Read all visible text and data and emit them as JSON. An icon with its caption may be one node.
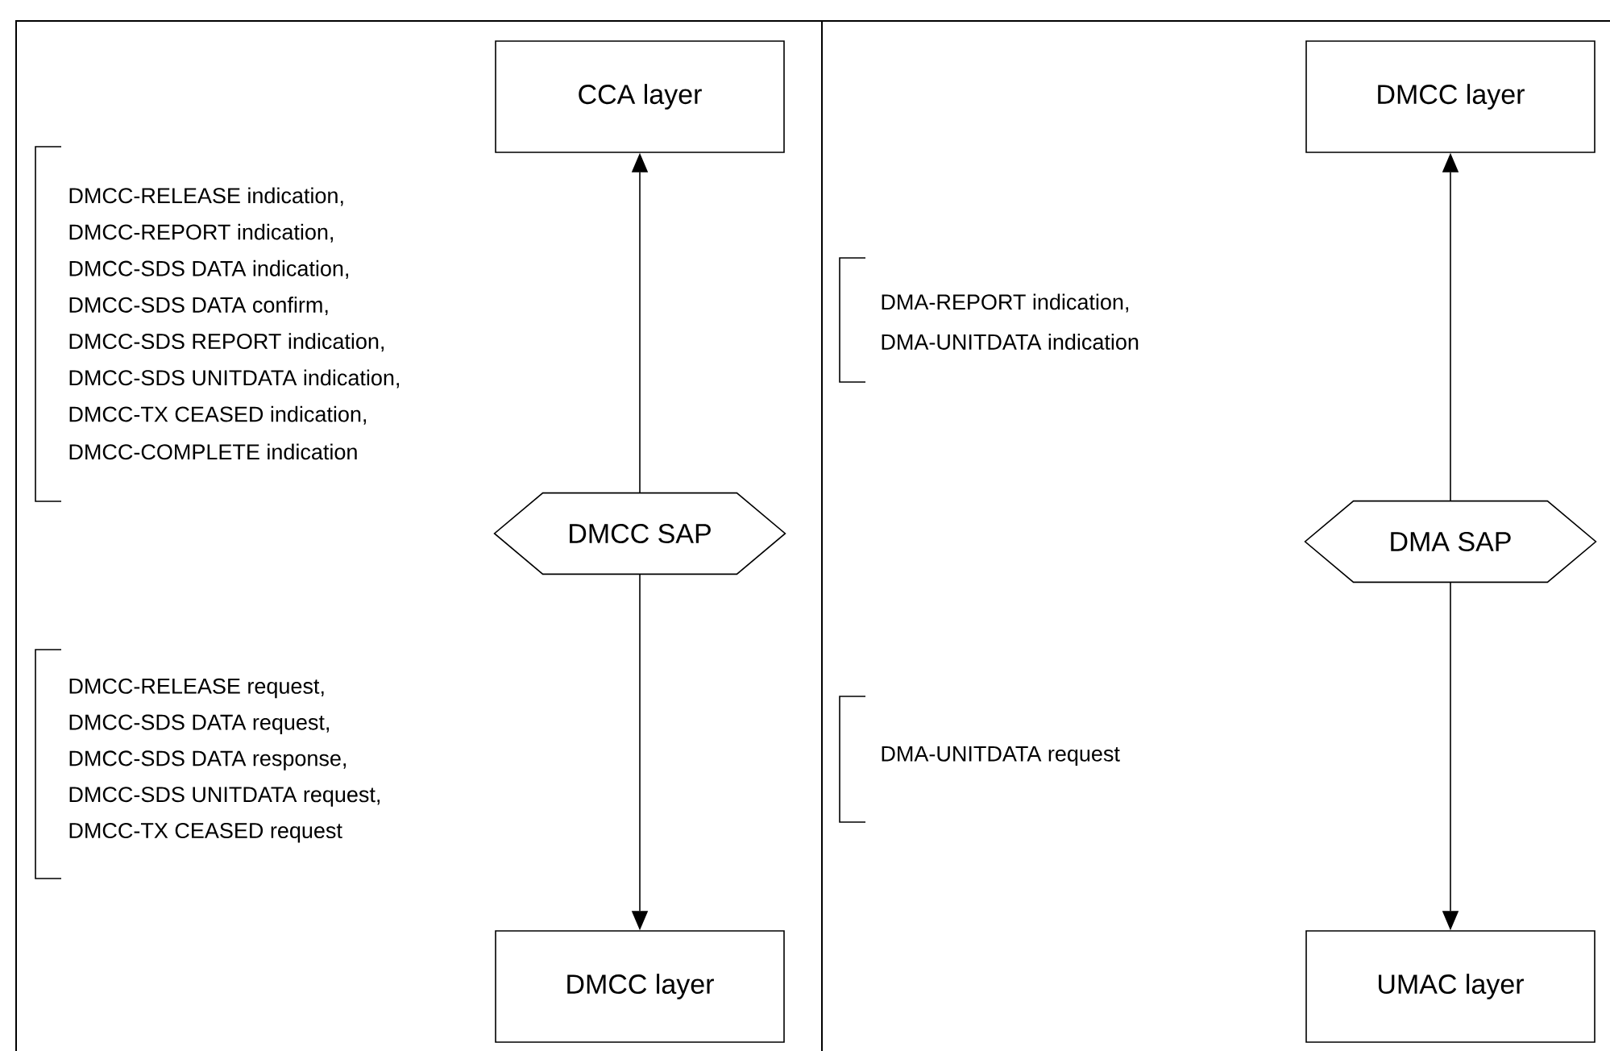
{
  "diagram": {
    "nodes": [
      {
        "text": [
          "CCA layer"
        ]
      },
      {
        "text": [
          "DMCC SAP"
        ]
      },
      {
        "text": [
          "DMCC layer"
        ]
      },
      {
        "text": [
          "DMCC layer"
        ]
      },
      {
        "text": [
          "DMA SAP"
        ]
      },
      {
        "text": [
          "UMAC layer"
        ]
      }
    ],
    "edges": [
      {
        "from": 1,
        "to": 0,
        "arrow": "to"
      },
      {
        "from": 1,
        "to": 2,
        "arrow": "to"
      },
      {
        "from": 4,
        "to": 3,
        "arrow": "to"
      },
      {
        "from": 4,
        "to": 5,
        "arrow": "to"
      }
    ],
    "labels": [
      "DMCC-RELEASE indication,",
      "DMCC-REPORT indication,",
      "DMCC-SDS DATA indication,",
      "DMCC-SDS DATA confirm,",
      "DMCC-SDS REPORT indication,",
      "DMCC-SDS UNITDATA indication,",
      "DMCC-TX CEASED indication,",
      "DMCC-COMPLETE indication",
      "DMCC-RELEASE request,",
      "DMCC-SDS DATA request,",
      "DMCC-SDS DATA response,",
      "DMCC-SDS UNITDATA request,",
      "DMCC-TX CEASED request",
      "DMA-REPORT indication,",
      "DMA-UNITDATA indication",
      "DMA-UNITDATA request"
    ]
  }
}
